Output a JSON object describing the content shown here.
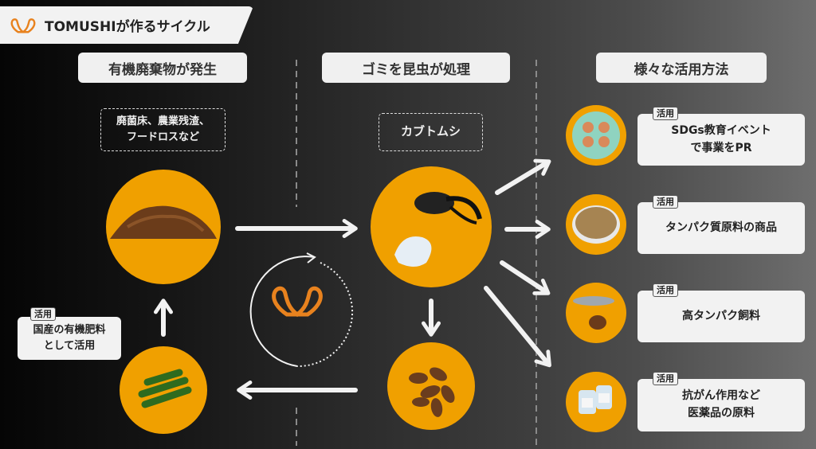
{
  "title": "TOMUSHIが作るサイクル",
  "columns": {
    "left": "有機廃棄物が発生",
    "center": "ゴミを昆虫が処理",
    "right": "様々な活用方法"
  },
  "waste_label": [
    "廃菌床、農業残渣、",
    "フードロスなど"
  ],
  "insect_label": "カブトムシ",
  "fertilizer": {
    "tag": "活用",
    "lines": [
      "国産の有機肥料",
      "として活用"
    ]
  },
  "uses": [
    {
      "tag": "活用",
      "lines": [
        "SDGs教育イベント",
        "で事業をPR"
      ]
    },
    {
      "tag": "活用",
      "lines": [
        "タンパク質原料の商品"
      ]
    },
    {
      "tag": "活用",
      "lines": [
        "高タンパク飼料"
      ]
    },
    {
      "tag": "活用",
      "lines": [
        "抗がん作用など",
        "医薬品の原料"
      ]
    }
  ],
  "colors": {
    "accent": "#f0a000",
    "logo": "#e8821e",
    "card": "#f2f2f2"
  }
}
